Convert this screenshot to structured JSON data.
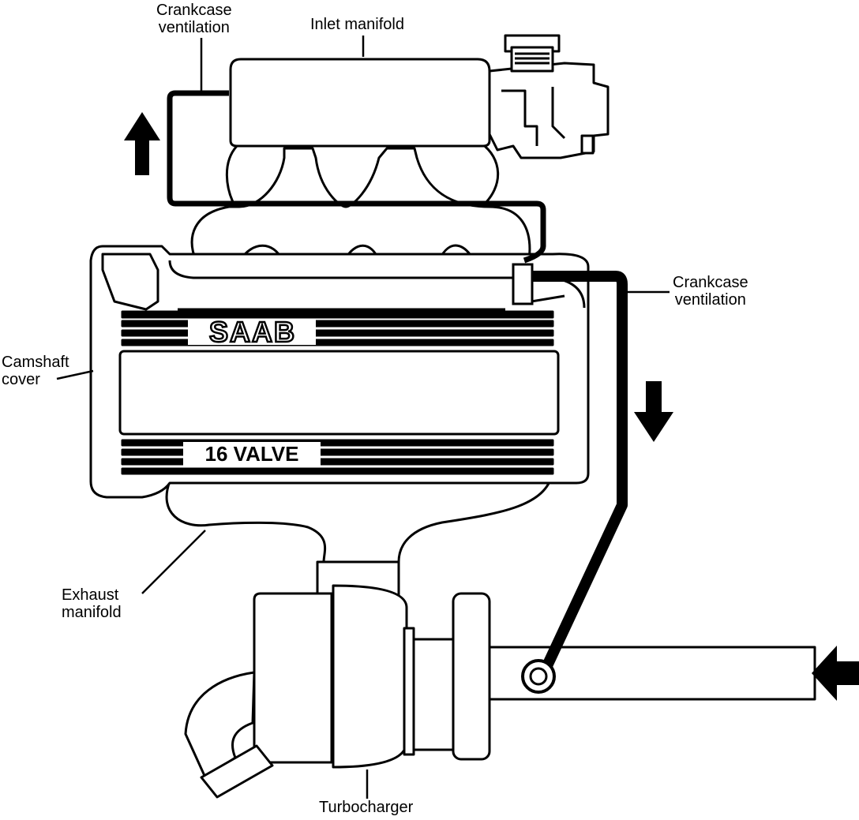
{
  "labels": {
    "crankcase_top": [
      "Crankcase",
      "ventilation"
    ],
    "inlet_manifold": "Inlet manifold",
    "crankcase_right": [
      "Crankcase",
      "ventilation"
    ],
    "camshaft_cover": [
      "Camshaft",
      "cover"
    ],
    "exhaust_manifold": [
      "Exhaust",
      "manifold"
    ],
    "turbocharger": "Turbocharger"
  },
  "cover_text": {
    "brand": "SAAB",
    "model": "16 VALVE"
  },
  "colors": {
    "ink": "#000000",
    "paper": "#ffffff"
  }
}
